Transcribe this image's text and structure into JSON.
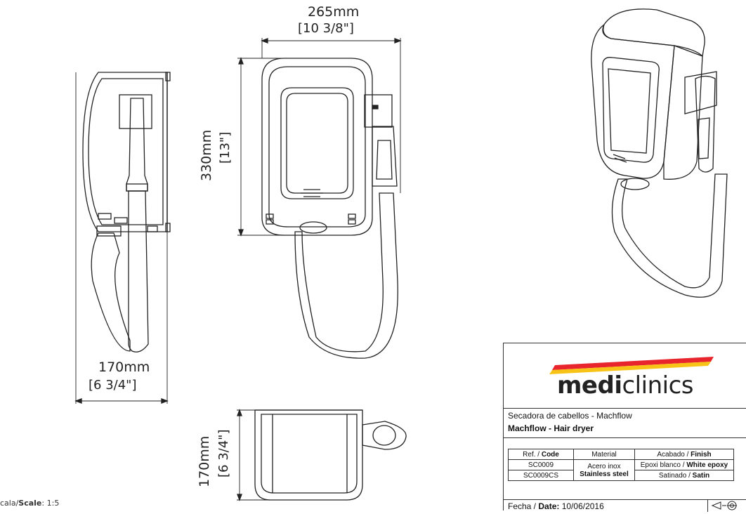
{
  "dimensions": {
    "front_width": "265mm",
    "front_width_in": "[10 3/8\"]",
    "front_height": "330mm",
    "front_height_in": "[13\"]",
    "side_depth": "170mm",
    "side_depth_in": "[6 3/4\"]",
    "top_depth": "170mm",
    "top_depth_in": "[6 3/4\"]"
  },
  "scale": {
    "label_es": "cala/",
    "label_en": "Scale",
    "value": ": 1:5"
  },
  "title_block": {
    "logo_bold": "medi",
    "logo_thin": "clinics",
    "logo_colors": [
      "#e8242c",
      "#f7c316"
    ],
    "description_es": "Secadora de cabellos - Machflow",
    "description_en": "Machflow - Hair dryer",
    "table": {
      "headers": [
        {
          "es": "Ref. / ",
          "en": "Code"
        },
        {
          "es": "Material",
          "en": ""
        },
        {
          "es": "Acabado / ",
          "en": "Finish"
        }
      ],
      "rows": [
        {
          "code": "SC0009",
          "finish_es": "Epoxi blanco / ",
          "finish_en": "White epoxy"
        },
        {
          "code": "SC0009CS",
          "finish_es": "Satinado / ",
          "finish_en": "Satin"
        }
      ],
      "material_es": "Acero inox",
      "material_en": "Stainless steel"
    },
    "date_label_es": "Fecha / ",
    "date_label_en": "Date:",
    "date_value": " 10/06/2016"
  }
}
